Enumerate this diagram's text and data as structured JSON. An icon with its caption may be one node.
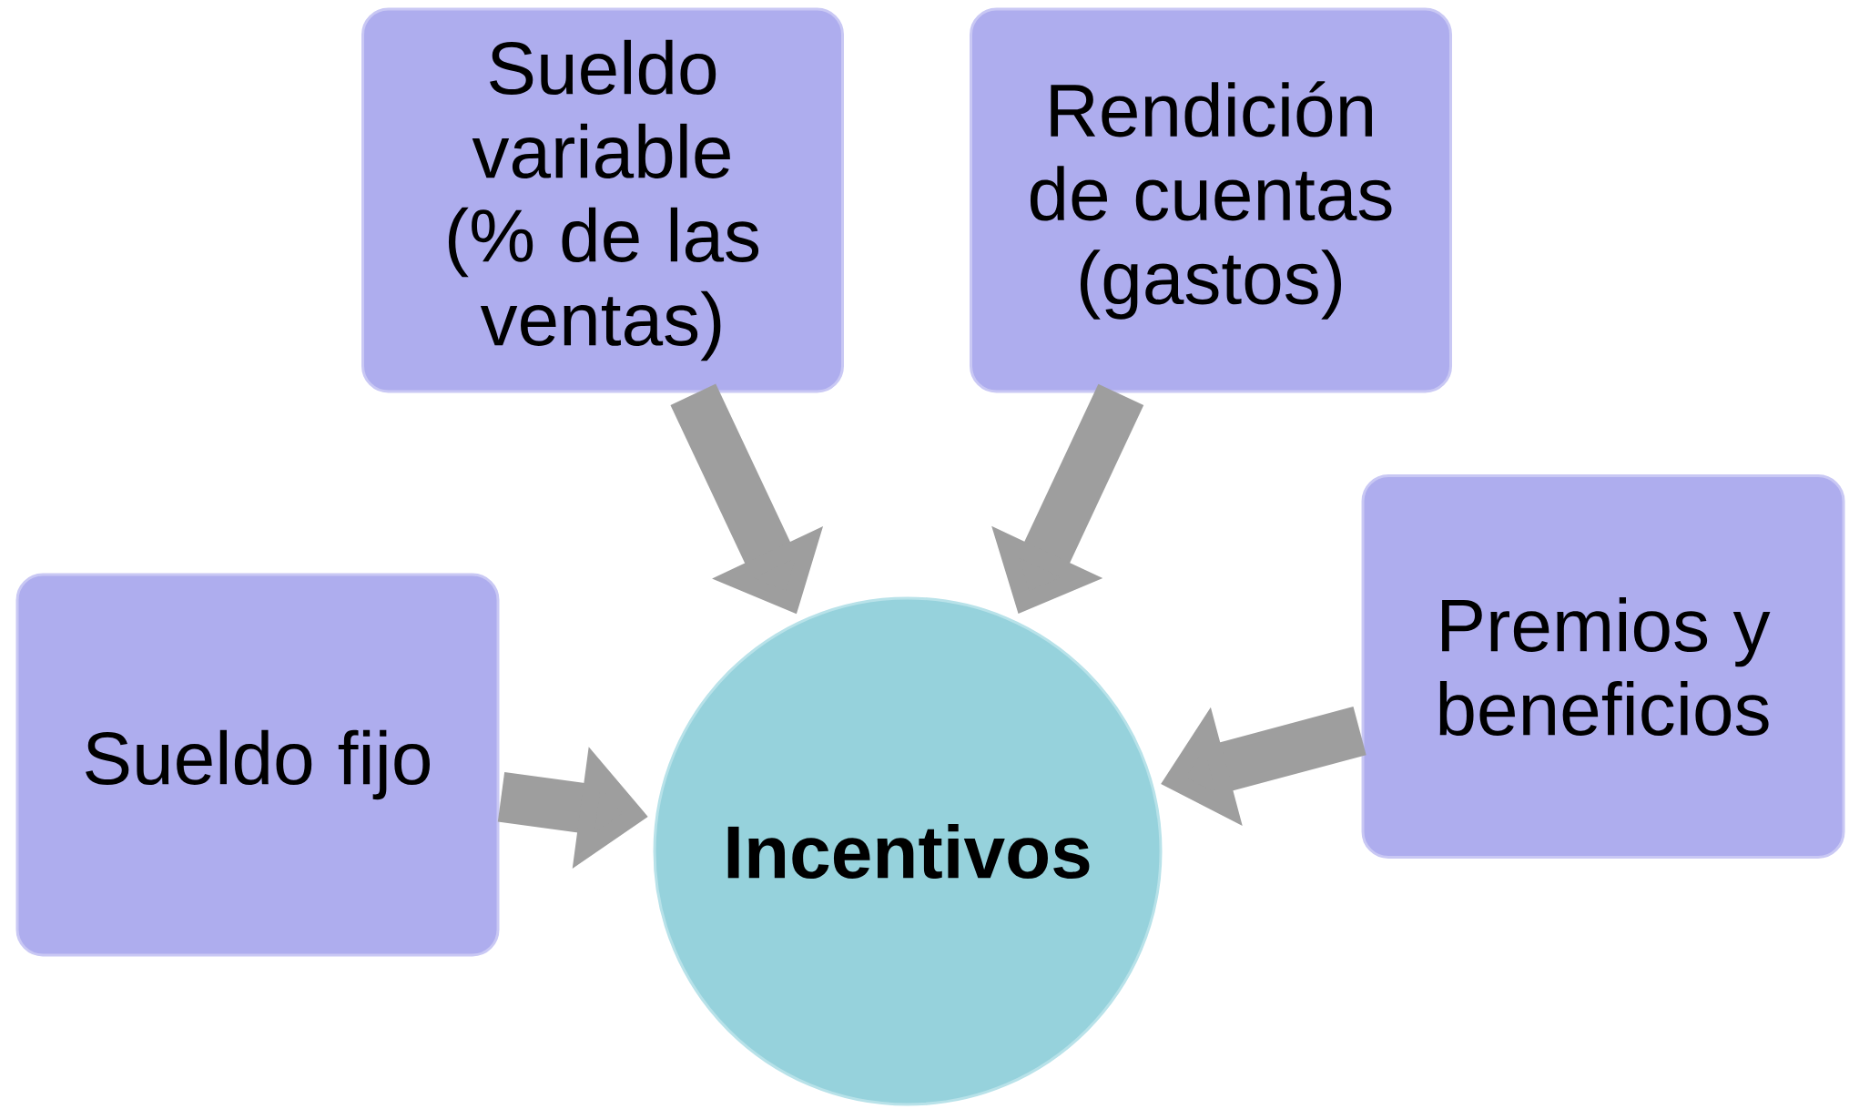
{
  "diagram": {
    "nodes": [
      {
        "text": [
          "Sueldo variable (% de las ventas)"
        ]
      },
      {
        "text": [
          "Rendición de cuentas (gastos)"
        ]
      },
      {
        "text": [
          "Premios y beneficios"
        ]
      },
      {
        "text": [
          "Sueldo fijo"
        ]
      },
      {
        "text": [
          "**Incentivos**"
        ]
      }
    ],
    "edges": [
      {
        "from": 0,
        "to": 4,
        "arrow": "to"
      },
      {
        "from": 1,
        "to": 4,
        "arrow": "to"
      },
      {
        "from": 2,
        "to": 4,
        "arrow": "to"
      },
      {
        "from": 3,
        "to": 4,
        "arrow": "to"
      }
    ]
  }
}
